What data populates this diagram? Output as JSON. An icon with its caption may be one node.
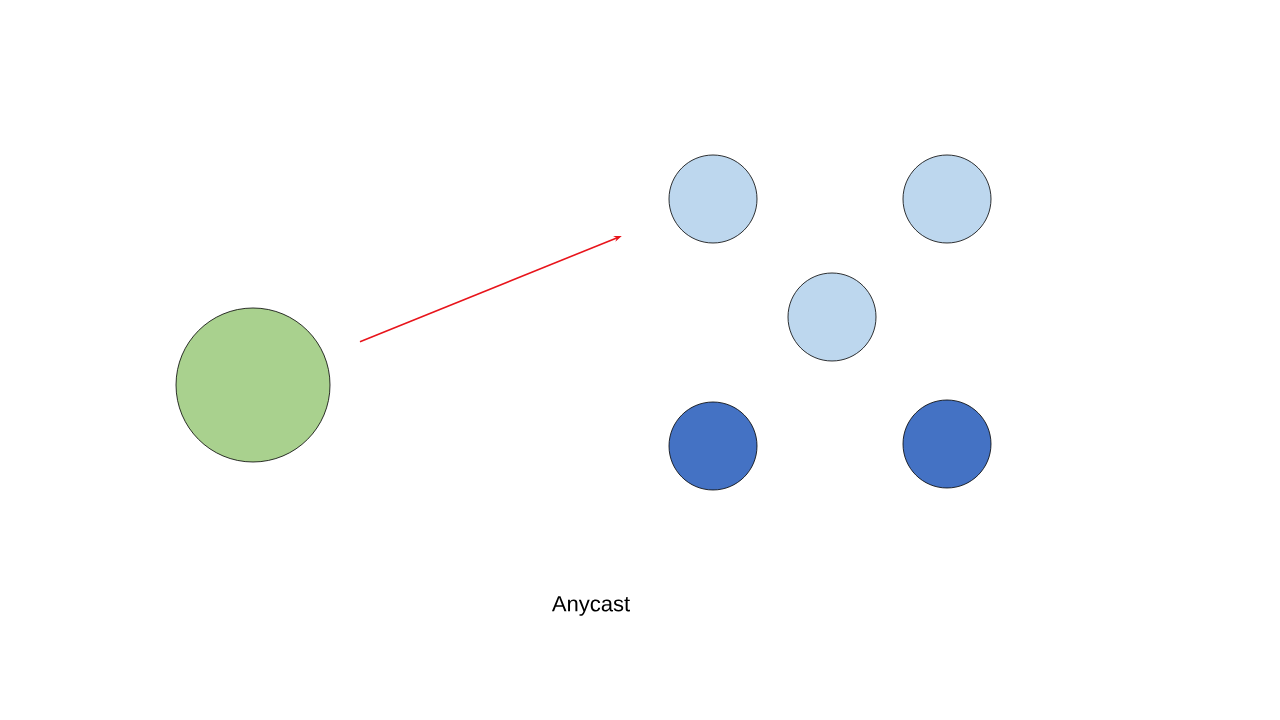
{
  "diagram": {
    "caption": "Anycast",
    "nodes": [
      {
        "text": [],
        "shape": "circle"
      },
      {
        "text": [],
        "shape": "circle"
      },
      {
        "text": [],
        "shape": "circle"
      },
      {
        "text": [],
        "shape": "circle"
      },
      {
        "text": [],
        "shape": "circle"
      },
      {
        "text": [],
        "shape": "circle"
      }
    ],
    "edges": [
      {
        "from": 0,
        "to": 1,
        "arrow": "to",
        "color": "#e8141b"
      }
    ]
  }
}
